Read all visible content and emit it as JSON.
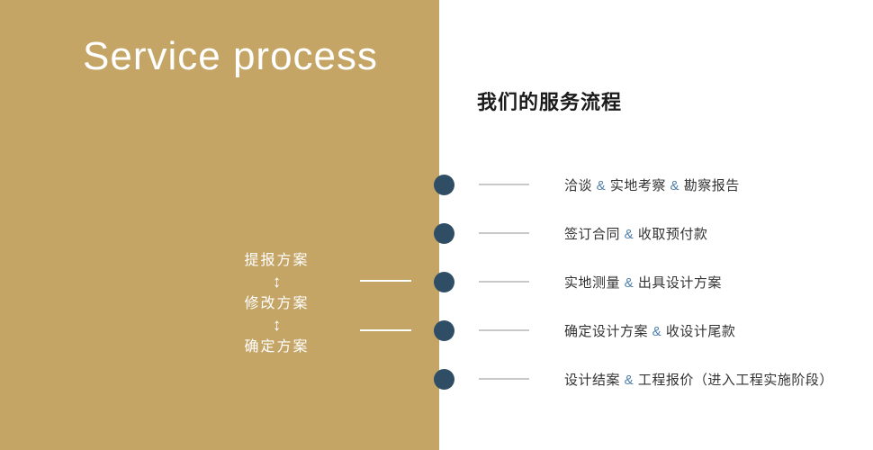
{
  "left_panel": {
    "title": "Service process",
    "flow_steps": [
      "提报方案",
      "修改方案",
      "确定方案"
    ],
    "arrow": "↕"
  },
  "right": {
    "heading": "我们的服务流程",
    "amp": "&",
    "steps": [
      {
        "segments": [
          "洽谈",
          "实地考察",
          "勘察报告"
        ]
      },
      {
        "segments": [
          "签订合同",
          "收取预付款"
        ]
      },
      {
        "segments": [
          "实地测量",
          "出具设计方案"
        ]
      },
      {
        "segments": [
          "确定设计方案",
          "收设计尾款"
        ]
      },
      {
        "segments": [
          "设计结案",
          "工程报价（进入工程实施阶段）"
        ]
      }
    ]
  },
  "colors": {
    "panel_bg": "#C4A566",
    "dot": "#2F4E66",
    "amp": "#4D7EA8",
    "line": "#C9C9C9"
  }
}
